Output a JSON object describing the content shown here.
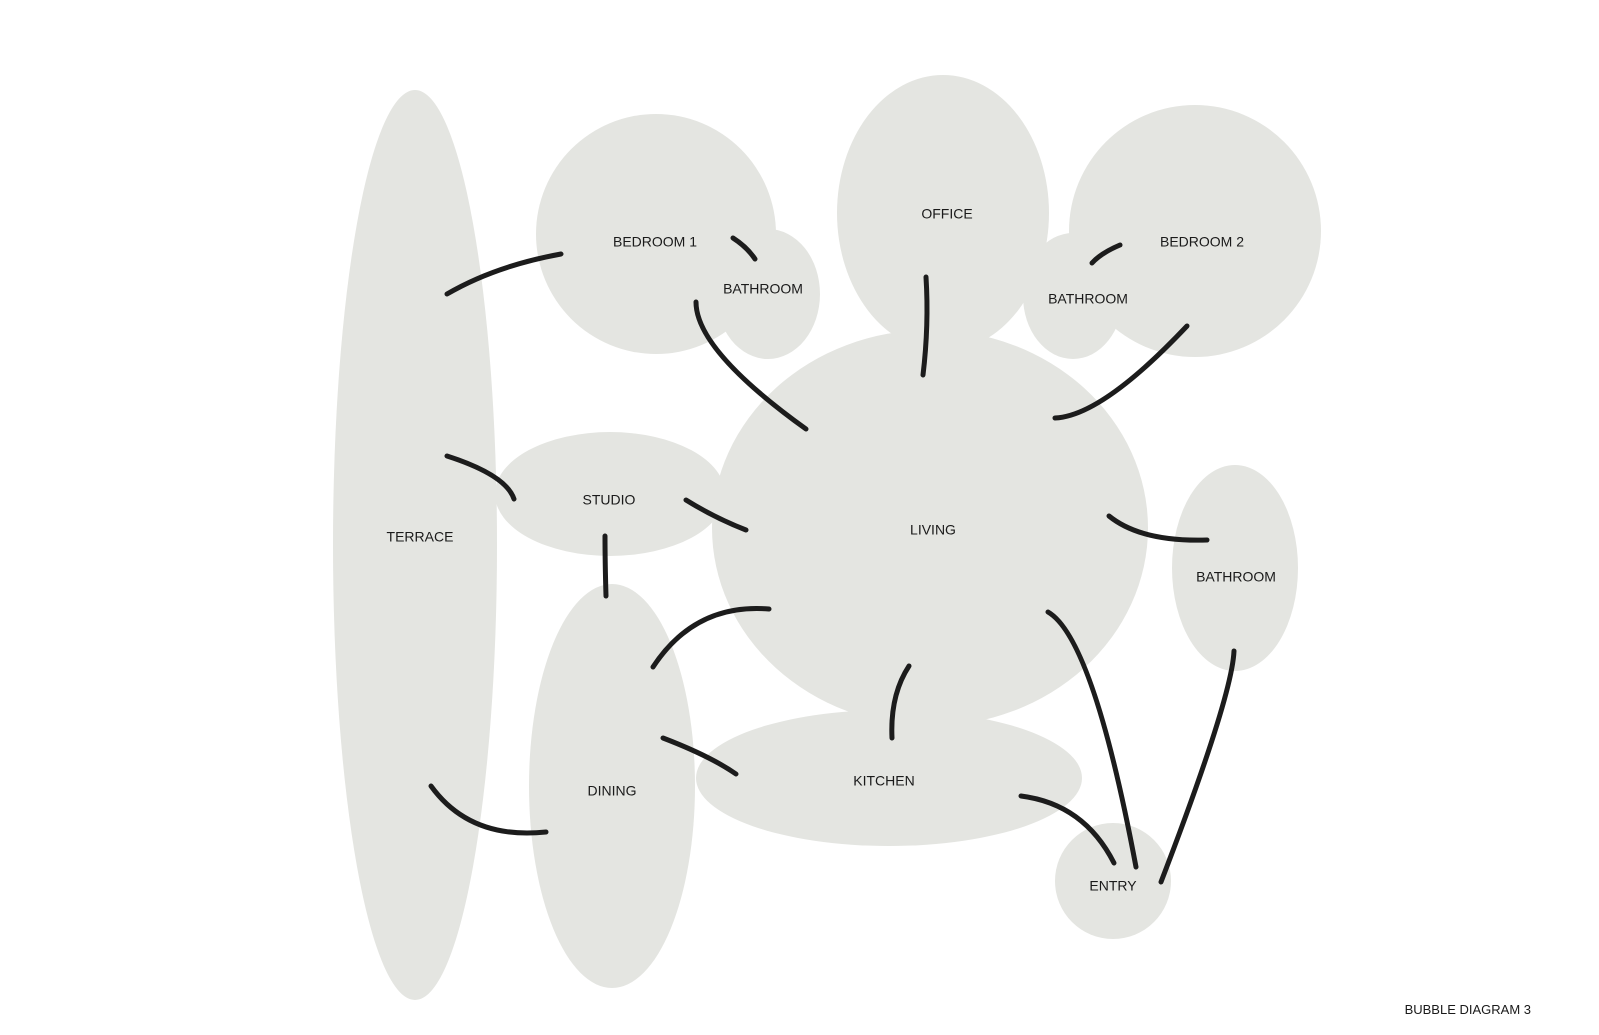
{
  "caption": "BUBBLE DIAGRAM 3",
  "colors": {
    "bubble_fill": "#e4e5e1",
    "link_stroke": "#1c1c1c",
    "background": "#ffffff"
  },
  "rooms": {
    "terrace": "TERRACE",
    "bedroom1": "BEDROOM 1",
    "bathroom_a": "BATHROOM",
    "office": "OFFICE",
    "bedroom2": "BEDROOM 2",
    "bathroom_b": "BATHROOM",
    "studio": "STUDIO",
    "living": "LIVING",
    "bathroom_c": "BATHROOM",
    "dining": "DINING",
    "kitchen": "KITCHEN",
    "entry": "ENTRY"
  },
  "connections": [
    [
      "terrace",
      "bedroom1"
    ],
    [
      "bedroom1",
      "bathroom_a"
    ],
    [
      "bedroom1",
      "living"
    ],
    [
      "office",
      "living"
    ],
    [
      "bedroom2",
      "bathroom_b"
    ],
    [
      "bedroom2",
      "living"
    ],
    [
      "terrace",
      "studio"
    ],
    [
      "studio",
      "living"
    ],
    [
      "studio",
      "dining"
    ],
    [
      "living",
      "bathroom_c"
    ],
    [
      "dining",
      "living"
    ],
    [
      "living",
      "kitchen"
    ],
    [
      "dining",
      "kitchen"
    ],
    [
      "terrace",
      "dining"
    ],
    [
      "kitchen",
      "entry"
    ],
    [
      "living",
      "entry"
    ],
    [
      "bathroom_c",
      "entry"
    ]
  ]
}
